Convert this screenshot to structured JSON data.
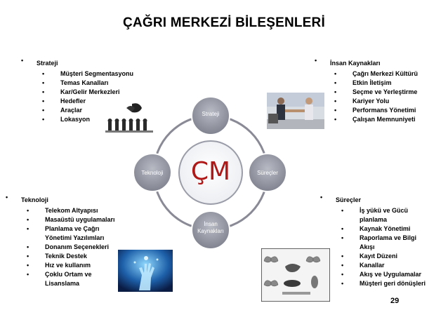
{
  "title": "ÇAĞRI MERKEZİ BİLEŞENLERİ",
  "page_number": "29",
  "diagram": {
    "center": "ÇM",
    "nodes": {
      "top": "Strateji",
      "left": "Teknoloji",
      "right": "Süreçler",
      "bottom_line1": "İnsan",
      "bottom_line2": "Kaynakları"
    }
  },
  "strategy": {
    "heading": "Strateji",
    "items": [
      "Müşteri Segmentasyonu",
      "Temas Kanalları",
      "Kar/Gelir Merkezleri",
      "Hedefler",
      "Araçlar",
      "Lokasyon"
    ]
  },
  "hr": {
    "heading": "İnsan Kaynakları",
    "items": [
      "Çağrı Merkezi Kültürü",
      "Etkin İletişim",
      "Seçme ve Yerleştirme",
      "Kariyer Yolu",
      "Performans Yönetimi",
      "Çalışan Memnuniyeti"
    ]
  },
  "technology": {
    "heading": "Teknoloji",
    "items": [
      "Telekom Altyapısı",
      "Masaüstü uygulamaları",
      "Planlama ve Çağrı Yönetimi Yazılımları",
      "Donanım Seçenekleri",
      "Teknik Destek",
      "Hız ve kullanım",
      "Çoklu Ortam ve Lisanslama"
    ]
  },
  "processes": {
    "heading": "Süreçler",
    "items": [
      "İş yükü ve Gücü planlama",
      "Kaynak Yönetimi",
      "Raporlama ve Bilgi Akışı",
      "Kayıt Düzeni",
      "Kanallar",
      "Akış ve Uygulamalar",
      "Müşteri geri dönüşleri"
    ]
  },
  "colors": {
    "circle_stroke": "#8a8a96",
    "node_fill": "#9a9ca8",
    "center_text": "#b01818"
  },
  "icons": [
    "chess-pieces-image",
    "handshake-image",
    "digital-hand-image",
    "butterfly-lifecycle-image"
  ]
}
